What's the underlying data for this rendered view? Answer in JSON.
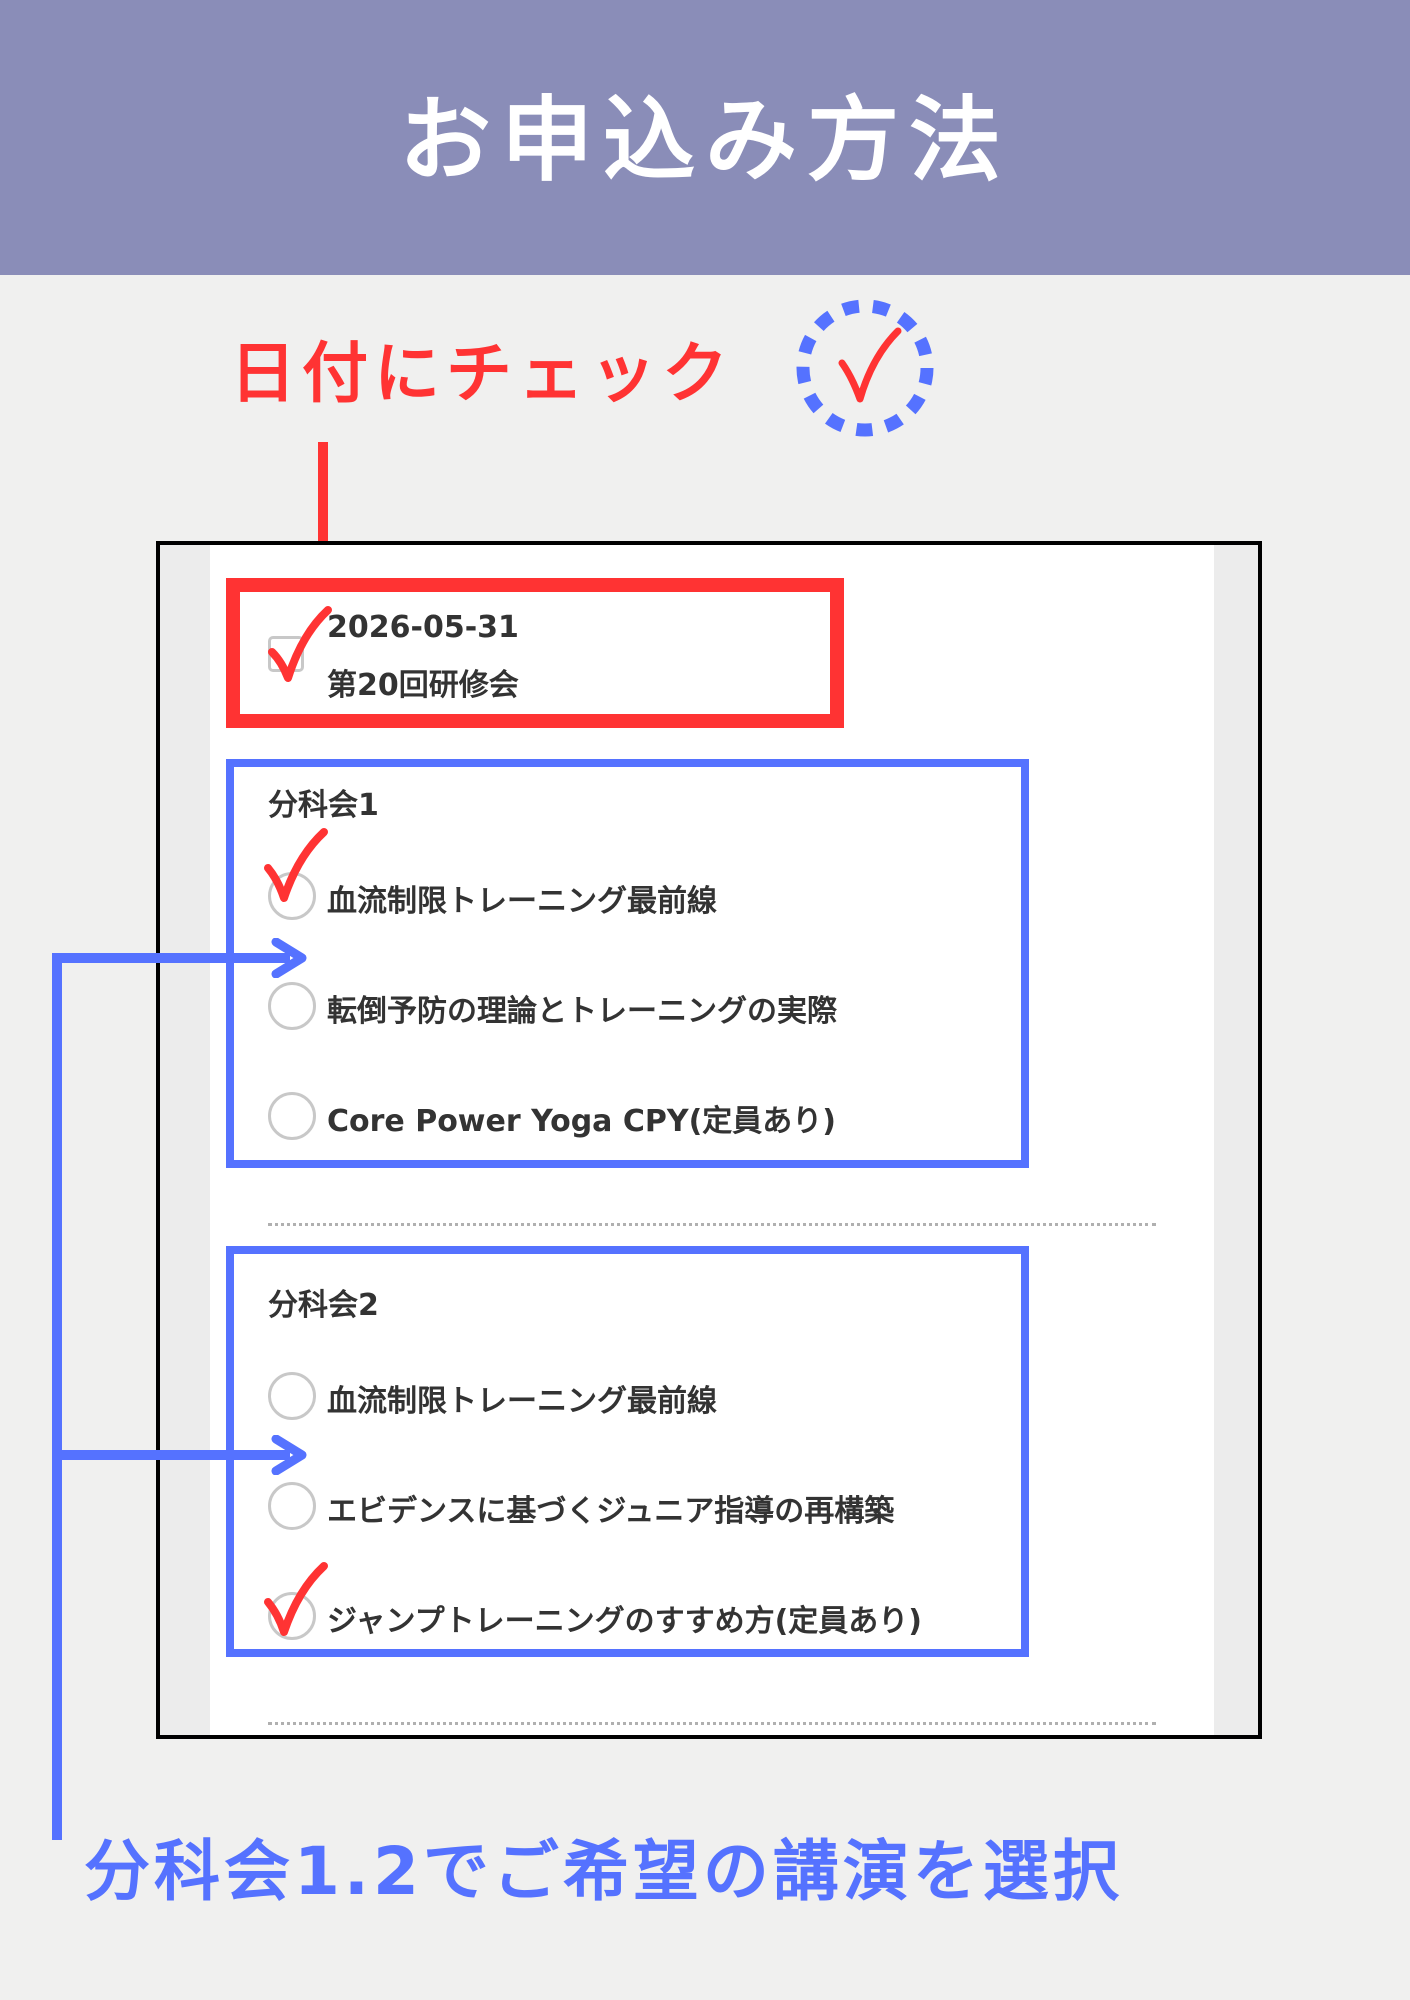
{
  "header": {
    "title": "お申込み方法",
    "background": "#8a8db8"
  },
  "annotations": {
    "date_instruction": "日付にチェック",
    "select_instruction": "分科会1.2でご希望の講演を選択",
    "red": "#ff3333",
    "blue": "#5572ff"
  },
  "badge": {
    "icon": "dashed-circle-check-icon"
  },
  "form": {
    "event": {
      "date": "2026-05-31",
      "name": "第20回研修会",
      "checked": true
    },
    "groups": [
      {
        "title": "分科会1",
        "options": [
          {
            "label": "血流制限トレーニング最前線",
            "selected": true
          },
          {
            "label": "転倒予防の理論とトレーニングの実際",
            "selected": false
          },
          {
            "label": "Core Power Yoga CPY(定員あり)",
            "selected": false
          }
        ]
      },
      {
        "title": "分科会2",
        "options": [
          {
            "label": "血流制限トレーニング最前線",
            "selected": false
          },
          {
            "label": "エビデンスに基づくジュニア指導の再構築",
            "selected": false
          },
          {
            "label": "ジャンプトレーニングのすすめ方(定員あり)",
            "selected": true
          }
        ]
      }
    ]
  }
}
